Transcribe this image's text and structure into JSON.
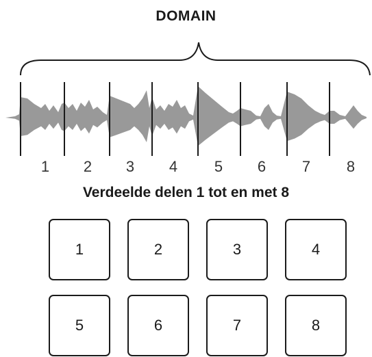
{
  "title": "DOMAIN",
  "caption": "Verdeelde delen 1 tot en met 8",
  "slices": [
    "1",
    "2",
    "3",
    "4",
    "5",
    "6",
    "7",
    "8"
  ],
  "pads": [
    "1",
    "2",
    "3",
    "4",
    "5",
    "6",
    "7",
    "8"
  ],
  "colors": {
    "waveform": "#999999",
    "lines": "#1a1a1a"
  }
}
